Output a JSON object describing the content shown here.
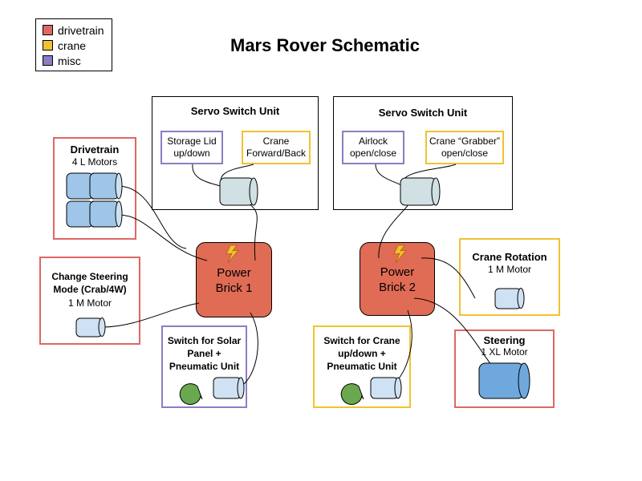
{
  "title": "Mars Rover Schematic",
  "legend": [
    {
      "label": "drivetrain",
      "color": "#e06666"
    },
    {
      "label": "crane",
      "color": "#f1c232"
    },
    {
      "label": "misc",
      "color": "#8e7cc3"
    }
  ],
  "servo_unit_1": {
    "title": "Servo Switch Unit",
    "left_switch": [
      "Storage Lid",
      "up/down"
    ],
    "right_switch": [
      "Crane",
      "Forward/Back"
    ]
  },
  "servo_unit_2": {
    "title": "Servo Switch Unit",
    "left_switch": [
      "Airlock",
      "open/close"
    ],
    "right_switch": [
      "Crane “Grabber”",
      "open/close"
    ]
  },
  "drivetrain": {
    "title": "Drivetrain",
    "subtitle": "4 L Motors"
  },
  "change_steering": {
    "title": [
      "Change Steering",
      "Mode (Crab/4W)"
    ],
    "subtitle": "1 M Motor"
  },
  "power_brick_1": {
    "label": [
      "Power",
      "Brick 1"
    ]
  },
  "power_brick_2": {
    "label": [
      "Power",
      "Brick 2"
    ]
  },
  "solar_switch": {
    "title": [
      "Switch for Solar",
      "Panel +",
      "Pneumatic Unit"
    ]
  },
  "crane_switch": {
    "title": [
      "Switch for Crane",
      "up/down +",
      "Pneumatic Unit"
    ]
  },
  "crane_rotation": {
    "title": "Crane Rotation",
    "subtitle": "1 M Motor"
  },
  "steering": {
    "title": "Steering",
    "subtitle": "1 XL Motor"
  },
  "colors": {
    "motor_light": "#cfe2f3",
    "motor_xl": "#6fa8dc",
    "servo": "#d0e0e3",
    "brick": "#e06c55",
    "pneumatic": "#6aa84f",
    "bolt": "#f1c232"
  }
}
